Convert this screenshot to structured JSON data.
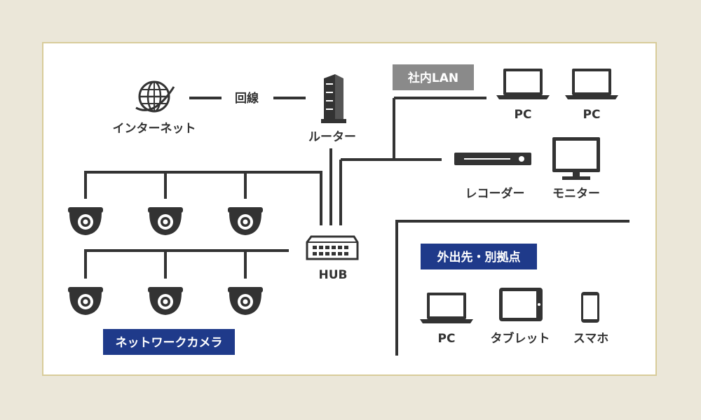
{
  "colors": {
    "background": "#ebe7d9",
    "frame_border": "#d8cc9a",
    "line": "#333333",
    "lan_tag": "#8a8a8a",
    "blue_tag": "#1f3a8a"
  },
  "nodes": {
    "internet": "インターネット",
    "line": "回線",
    "router": "ルーター",
    "hub": "HUB",
    "recorder": "レコーダー",
    "monitor": "モニター",
    "lan_pc_1": "PC",
    "lan_pc_2": "PC",
    "remote_pc": "PC",
    "tablet": "タブレット",
    "smartphone": "スマホ"
  },
  "tags": {
    "lan": "社内LAN",
    "remote": "外出先・別拠点",
    "cameras": "ネットワークカメラ"
  },
  "icons": [
    "globe-icon",
    "router-icon",
    "hub-icon",
    "camera-icon",
    "laptop-icon",
    "recorder-icon",
    "monitor-icon",
    "tablet-icon",
    "smartphone-icon"
  ]
}
